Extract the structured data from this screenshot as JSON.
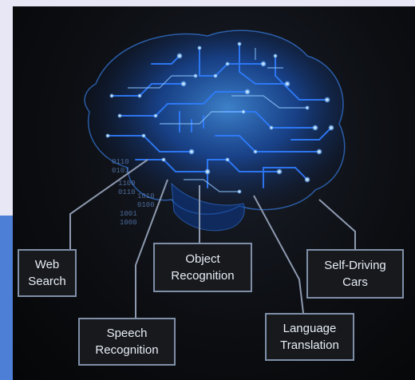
{
  "labels": {
    "web_search": "Web\nSearch",
    "object_recognition": "Object\nRecognition",
    "self_driving_cars": "Self-Driving\nCars",
    "speech_recognition": "Speech\nRecognition",
    "language_translation": "Language\nTranslation"
  },
  "binary_text": [
    "0110",
    "0101",
    "1100",
    "0110",
    "1010",
    "0100",
    "1001",
    "1000"
  ],
  "colors": {
    "circuit": "#2f7dff",
    "glow": "#9fd0ff",
    "connector": "#8e9ab0",
    "box_border": "#7f8fa8"
  }
}
